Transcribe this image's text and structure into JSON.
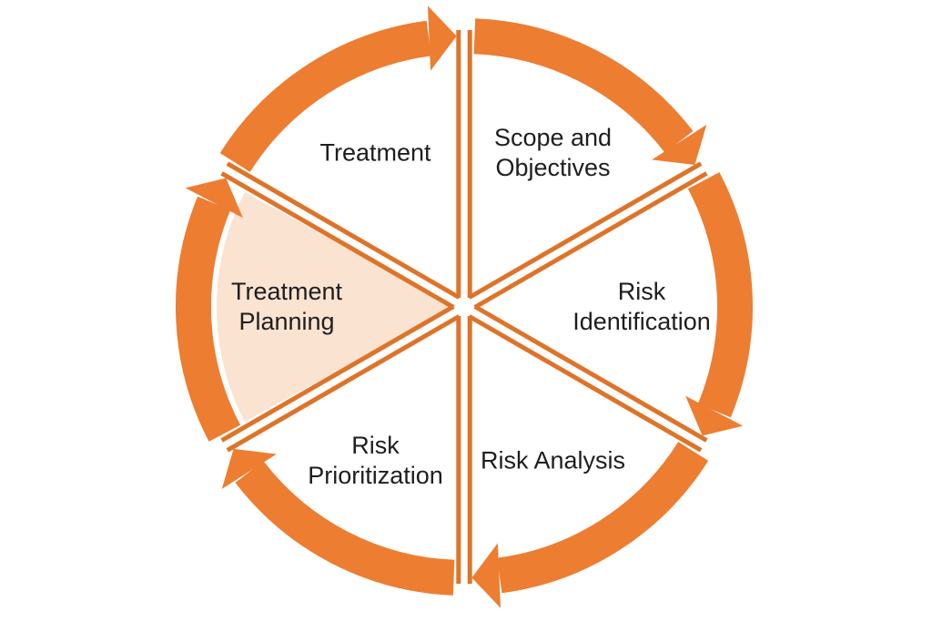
{
  "diagram": {
    "type": "segmented-cycle",
    "direction": "clockwise",
    "background": "#ffffff",
    "colors": {
      "arrow": "#ED7D31",
      "outline": "#DE7429",
      "highlight_fill": "#FBE3D1",
      "wedge_fill": "#FFFFFF",
      "label_text": "#1E1E1E"
    },
    "segments": [
      {
        "id": "scope-and-objectives",
        "label": "Scope and\nObjectives",
        "start_angle": 0,
        "end_angle": 60,
        "highlighted": false
      },
      {
        "id": "risk-identification",
        "label": "Risk\nIdentification",
        "start_angle": 60,
        "end_angle": 120,
        "highlighted": false
      },
      {
        "id": "risk-analysis",
        "label": "Risk Analysis",
        "start_angle": 120,
        "end_angle": 180,
        "highlighted": false
      },
      {
        "id": "risk-prioritization",
        "label": "Risk\nPrioritization",
        "start_angle": 180,
        "end_angle": 240,
        "highlighted": false
      },
      {
        "id": "treatment-planning",
        "label": "Treatment\nPlanning",
        "start_angle": 240,
        "end_angle": 300,
        "highlighted": true
      },
      {
        "id": "treatment",
        "label": "Treatment",
        "start_angle": 300,
        "end_angle": 360,
        "highlighted": false
      }
    ]
  }
}
